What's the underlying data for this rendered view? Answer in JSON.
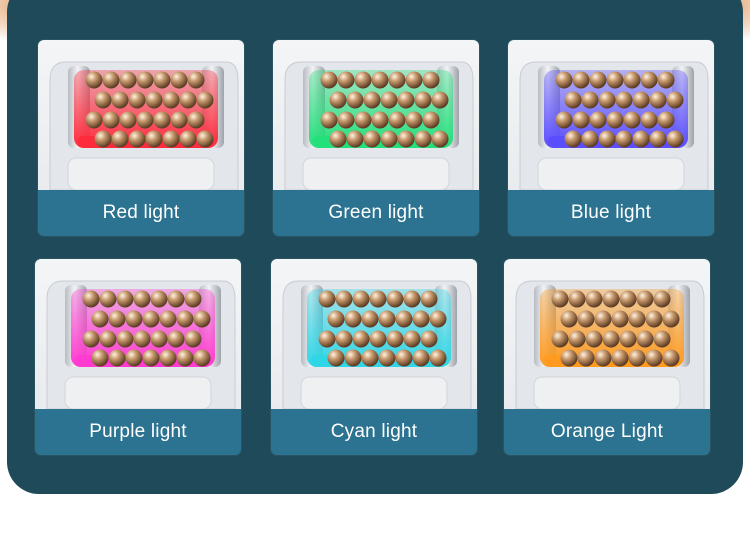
{
  "cards": [
    {
      "label": "Red light",
      "glow": "#ff2a3c"
    },
    {
      "label": "Green light",
      "glow": "#22e07a"
    },
    {
      "label": "Blue light",
      "glow": "#5a4dff"
    },
    {
      "label": "Purple light",
      "glow": "#ff3ad0"
    },
    {
      "label": "Cyan light",
      "glow": "#2fd6e6"
    },
    {
      "label": "Orange Light",
      "glow": "#ff9a1e"
    }
  ],
  "colors": {
    "panel": "#1e4a59",
    "label_bar": "#2b7390",
    "bead": "#c89a6e"
  }
}
